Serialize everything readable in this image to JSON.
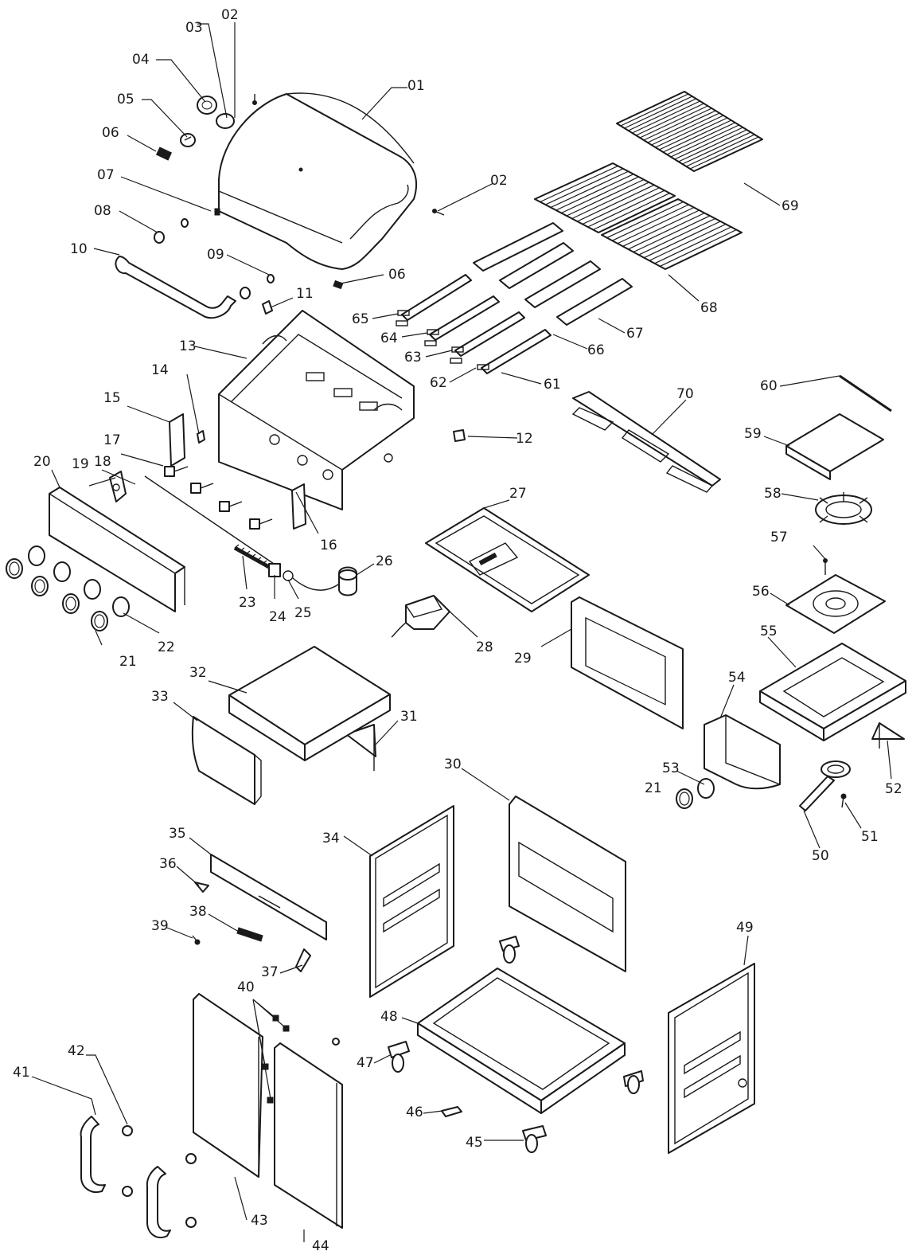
{
  "callouts": [
    {
      "id": "c01",
      "label": "01"
    },
    {
      "id": "c02a",
      "label": "02"
    },
    {
      "id": "c02b",
      "label": "02"
    },
    {
      "id": "c03",
      "label": "03"
    },
    {
      "id": "c04",
      "label": "04"
    },
    {
      "id": "c05",
      "label": "05"
    },
    {
      "id": "c06a",
      "label": "06"
    },
    {
      "id": "c06b",
      "label": "06"
    },
    {
      "id": "c07",
      "label": "07"
    },
    {
      "id": "c08",
      "label": "08"
    },
    {
      "id": "c09",
      "label": "09"
    },
    {
      "id": "c10",
      "label": "10"
    },
    {
      "id": "c11",
      "label": "11"
    },
    {
      "id": "c12",
      "label": "12"
    },
    {
      "id": "c13",
      "label": "13"
    },
    {
      "id": "c14",
      "label": "14"
    },
    {
      "id": "c15",
      "label": "15"
    },
    {
      "id": "c16",
      "label": "16"
    },
    {
      "id": "c17",
      "label": "17"
    },
    {
      "id": "c18",
      "label": "18"
    },
    {
      "id": "c19",
      "label": "19"
    },
    {
      "id": "c20",
      "label": "20"
    },
    {
      "id": "c21a",
      "label": "21"
    },
    {
      "id": "c21b",
      "label": "21"
    },
    {
      "id": "c22",
      "label": "22"
    },
    {
      "id": "c23",
      "label": "23"
    },
    {
      "id": "c24",
      "label": "24"
    },
    {
      "id": "c25",
      "label": "25"
    },
    {
      "id": "c26",
      "label": "26"
    },
    {
      "id": "c27",
      "label": "27"
    },
    {
      "id": "c28",
      "label": "28"
    },
    {
      "id": "c29",
      "label": "29"
    },
    {
      "id": "c30",
      "label": "30"
    },
    {
      "id": "c31",
      "label": "31"
    },
    {
      "id": "c32",
      "label": "32"
    },
    {
      "id": "c33",
      "label": "33"
    },
    {
      "id": "c34",
      "label": "34"
    },
    {
      "id": "c35",
      "label": "35"
    },
    {
      "id": "c36",
      "label": "36"
    },
    {
      "id": "c37",
      "label": "37"
    },
    {
      "id": "c38",
      "label": "38"
    },
    {
      "id": "c39",
      "label": "39"
    },
    {
      "id": "c40",
      "label": "40"
    },
    {
      "id": "c41",
      "label": "41"
    },
    {
      "id": "c42",
      "label": "42"
    },
    {
      "id": "c43",
      "label": "43"
    },
    {
      "id": "c44",
      "label": "44"
    },
    {
      "id": "c45",
      "label": "45"
    },
    {
      "id": "c46",
      "label": "46"
    },
    {
      "id": "c47",
      "label": "47"
    },
    {
      "id": "c48",
      "label": "48"
    },
    {
      "id": "c49",
      "label": "49"
    },
    {
      "id": "c50",
      "label": "50"
    },
    {
      "id": "c51",
      "label": "51"
    },
    {
      "id": "c52",
      "label": "52"
    },
    {
      "id": "c53",
      "label": "53"
    },
    {
      "id": "c54",
      "label": "54"
    },
    {
      "id": "c55",
      "label": "55"
    },
    {
      "id": "c56",
      "label": "56"
    },
    {
      "id": "c57",
      "label": "57"
    },
    {
      "id": "c58",
      "label": "58"
    },
    {
      "id": "c59",
      "label": "59"
    },
    {
      "id": "c60",
      "label": "60"
    },
    {
      "id": "c61",
      "label": "61"
    },
    {
      "id": "c62",
      "label": "62"
    },
    {
      "id": "c63",
      "label": "63"
    },
    {
      "id": "c64",
      "label": "64"
    },
    {
      "id": "c65",
      "label": "65"
    },
    {
      "id": "c66",
      "label": "66"
    },
    {
      "id": "c67",
      "label": "67"
    },
    {
      "id": "c68",
      "label": "68"
    },
    {
      "id": "c69",
      "label": "69"
    },
    {
      "id": "c70",
      "label": "70"
    }
  ]
}
